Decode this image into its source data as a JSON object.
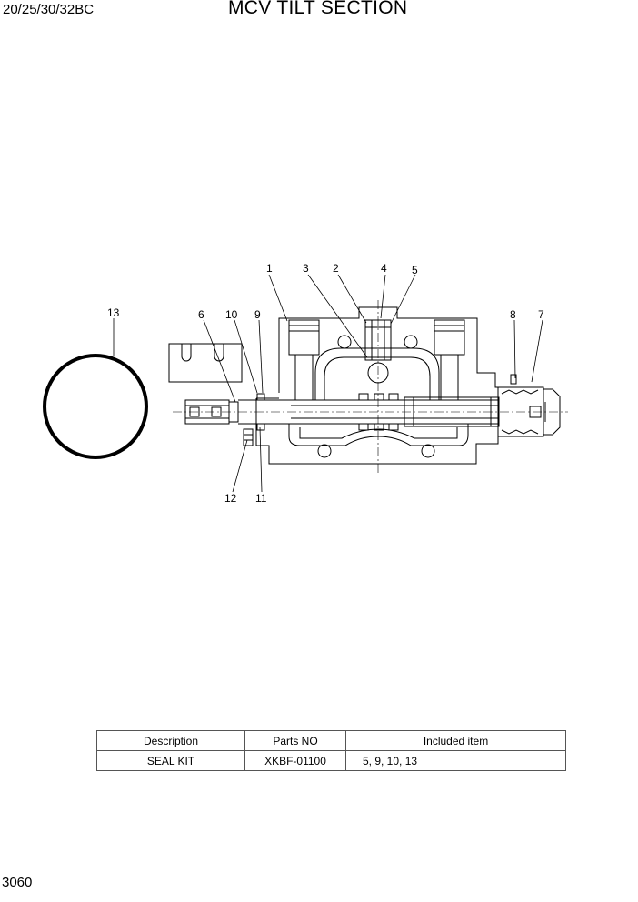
{
  "header": {
    "model": "20/25/30/32BC",
    "title": "MCV TILT SECTION"
  },
  "page_number": "3060",
  "callouts": [
    "1",
    "2",
    "3",
    "4",
    "5",
    "6",
    "7",
    "8",
    "9",
    "10",
    "11",
    "12",
    "13"
  ],
  "parts_table": {
    "columns": [
      "Description",
      "Parts NO",
      "Included item"
    ],
    "rows": [
      {
        "description": "SEAL KIT",
        "part_no": "XKBF-01100",
        "included": "5, 9, 10, 13"
      }
    ]
  }
}
